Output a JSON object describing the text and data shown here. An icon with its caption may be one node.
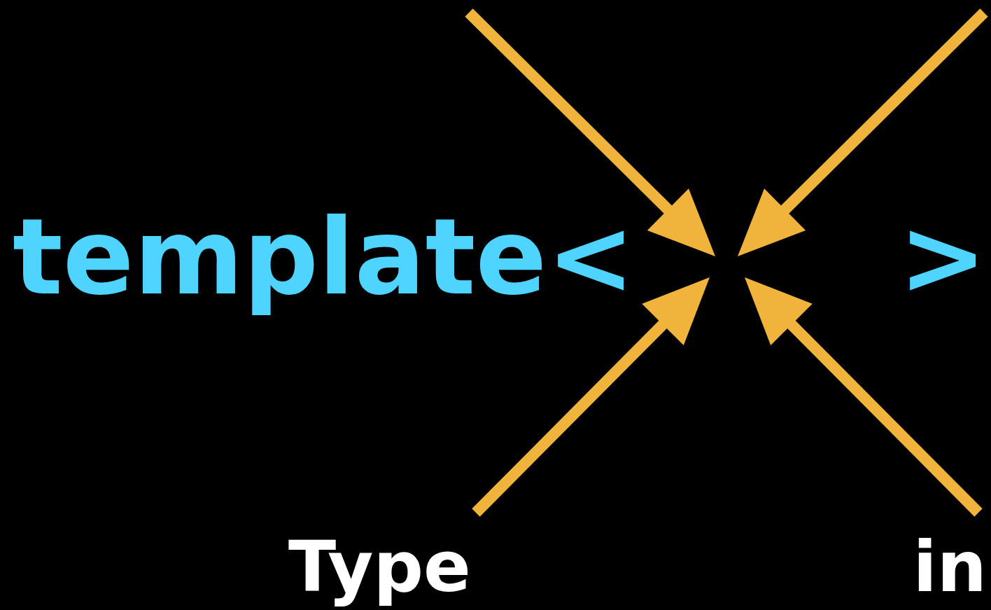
{
  "diagram": {
    "labels": [
      "template<",
      ">",
      "Type",
      "in"
    ]
  }
}
